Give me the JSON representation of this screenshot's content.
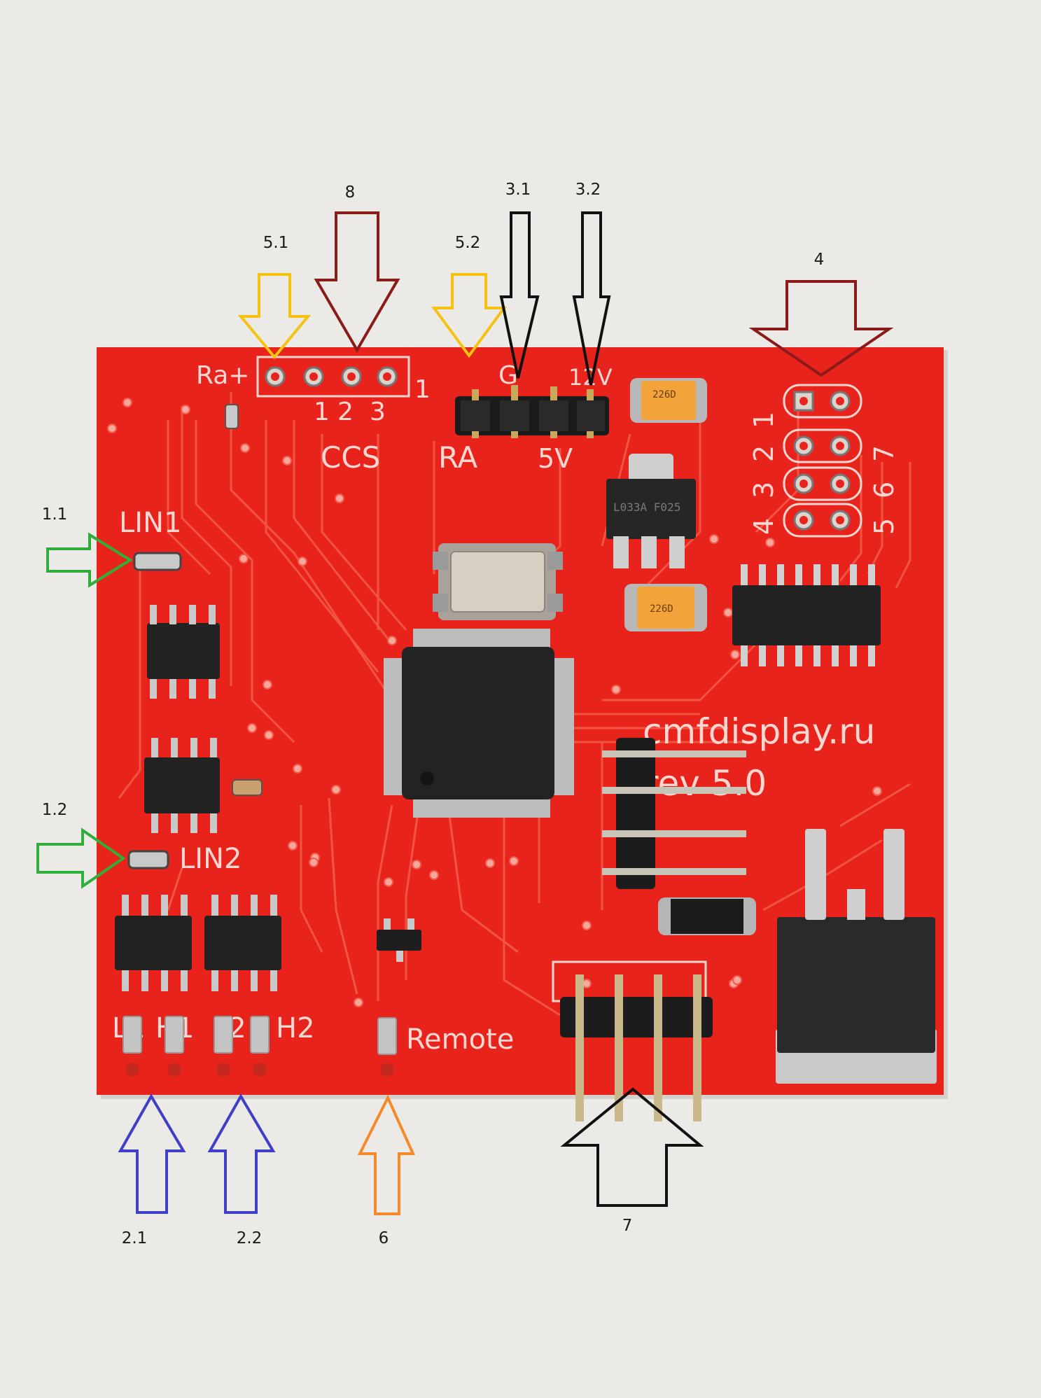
{
  "callouts": {
    "c_1_1": "1.1",
    "c_1_2": "1.2",
    "c_2_1": "2.1",
    "c_2_2": "2.2",
    "c_3_1": "3.1",
    "c_3_2": "3.2",
    "c_4": "4",
    "c_5_1": "5.1",
    "c_5_2": "5.2",
    "c_6": "6",
    "c_7": "7",
    "c_8": "8"
  },
  "board_silkscreen": {
    "ra_plus": "Ra+",
    "pin_numbers_1": "1",
    "pin_numbers_2": "2",
    "pin_numbers_3": "3",
    "pin_one": "1",
    "ccs": "CCS",
    "ra": "RA",
    "g": "G",
    "twelve_v": "12V",
    "five_v": "5V",
    "header_pin_1": "1",
    "header_pin_2": "2",
    "header_pin_3": "3",
    "header_pin_4": "4",
    "header_pin_5": "5",
    "header_pin_6": "6",
    "header_pin_7": "7",
    "lin1": "LIN1",
    "lin2": "LIN2",
    "l1": "L1",
    "h1": "H1",
    "l2": "L2",
    "h2": "H2",
    "remote": "Remote",
    "website": "cmfdisplay.ru",
    "revision": "rev 5.0",
    "ic_marking": "L033A F025",
    "cap_marking_1": "226D",
    "cap_marking_2": "226D"
  },
  "colors": {
    "board_red": "#e8231c",
    "yellow_arrow": "#f5c211",
    "darkred_arrow": "#8b1a1a",
    "black_arrow": "#111111",
    "green_arrow": "#2fae3a",
    "blue_arrow": "#3f3fc8",
    "orange_arrow": "#f58a2a"
  }
}
